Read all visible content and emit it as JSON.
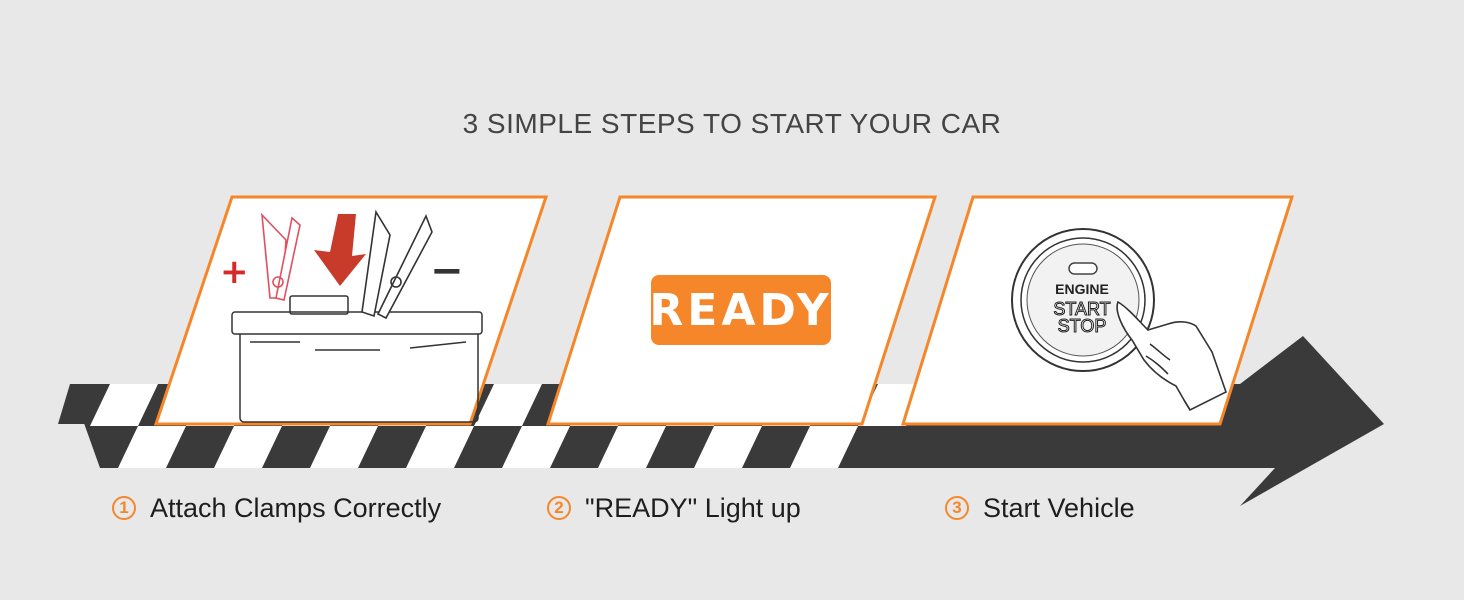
{
  "title": "3 SIMPLE STEPS TO START YOUR CAR",
  "steps": [
    {
      "number": "1",
      "label": "Attach Clamps Correctly",
      "icon": "battery-clamps-icon"
    },
    {
      "number": "2",
      "label": "\"READY\" Light up",
      "badge": "READY",
      "icon": "ready-badge"
    },
    {
      "number": "3",
      "label": "Start Vehicle",
      "icon": "engine-start-button-icon"
    }
  ],
  "battery": {
    "plus": "+",
    "minus": "−"
  },
  "engine_button": {
    "line1": "ENGINE",
    "line2": "START",
    "line3": "STOP"
  },
  "colors": {
    "accent": "#f5872a",
    "track": "#3a3a3a",
    "arrow_red": "#c83a2a",
    "background": "#e8e8e8"
  }
}
